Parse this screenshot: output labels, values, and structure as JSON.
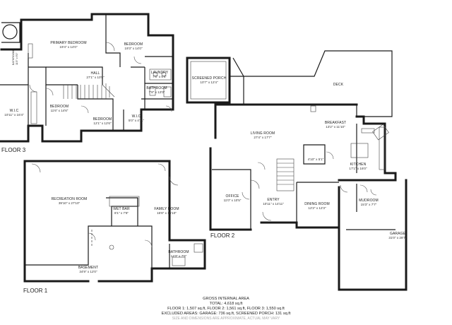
{
  "floors": [
    {
      "label": "FLOOR 3"
    },
    {
      "label": "FLOOR 2"
    },
    {
      "label": "FLOOR 1"
    }
  ],
  "rooms": [
    {
      "id": "primary-bedroom",
      "name": "PRIMARY BEDROOM",
      "dims": "19'4\" x 14'0\""
    },
    {
      "id": "bedroom-3a",
      "name": "BEDROOM",
      "dims": "19'3\" x 14'0\""
    },
    {
      "id": "hall",
      "name": "HALL",
      "dims": "27'1\" x 10'5\""
    },
    {
      "id": "laundry",
      "name": "LAUNDRY",
      "dims": "7'6\" x 6'5\""
    },
    {
      "id": "bathroom-3",
      "name": "BATHROOM",
      "dims": "7'8\" x 12'0\""
    },
    {
      "id": "bedroom-3b",
      "name": "BEDROOM",
      "dims": "11'6\" x 14'6\""
    },
    {
      "id": "bedroom-3c",
      "name": "BEDROOM",
      "dims": "12'1\" x 12'6\""
    },
    {
      "id": "wic-left",
      "name": "W.I.C",
      "dims": "10'11\" x 16'4\""
    },
    {
      "id": "wic-small",
      "name": "W.I.C",
      "dims": "5'0\" x 4'11\""
    },
    {
      "id": "screened-porch",
      "name": "SCREENED PORCH",
      "dims": "10'7\" x 12'4\""
    },
    {
      "id": "deck",
      "name": "DECK",
      "dims": ""
    },
    {
      "id": "breakfast",
      "name": "BREAKFAST",
      "dims": "13'2\" x 11'10\""
    },
    {
      "id": "living-room",
      "name": "LIVING ROOM",
      "dims": "27'4\" x 17'7\""
    },
    {
      "id": "kitchen",
      "name": "KITCHEN",
      "dims": "17'1\" x 16'0\""
    },
    {
      "id": "office",
      "name": "OFFICE",
      "dims": "11'0\" x 10'5\""
    },
    {
      "id": "entry",
      "name": "ENTRY",
      "dims": "10'11\" x 14'11\""
    },
    {
      "id": "dining-room",
      "name": "DINING ROOM",
      "dims": "12'2\" x 12'3\""
    },
    {
      "id": "mudroom",
      "name": "MUDROOM",
      "dims": "15'3\" x 7'7\""
    },
    {
      "id": "garage",
      "name": "GARAGE",
      "dims": "31'0\" x 28'7\""
    },
    {
      "id": "recreation-room",
      "name": "RECREATION ROOM",
      "dims": "39'10\" x 27'10\""
    },
    {
      "id": "wet-bar",
      "name": "WET BAR",
      "dims": "8'1\" x 7'8\""
    },
    {
      "id": "family-room",
      "name": "FAMILY ROOM",
      "dims": "15'6\" x 15'10\""
    },
    {
      "id": "bathroom-1",
      "name": "BATHROOM",
      "dims": "14'3\" x 7'6\""
    },
    {
      "id": "basement",
      "name": "BASEMENT",
      "dims": "34'9\" x 12'0\""
    }
  ],
  "small_labels": {
    "f3_vertical": [
      "BATHROOM",
      "11'0\" x 9'3\""
    ],
    "f2_bath": [
      "4'10\" x 5'1\""
    ]
  },
  "footer": {
    "title": "GROSS INTERNAL AREA",
    "total": "TOTAL: 4,618 sq.ft",
    "floors": "FLOOR 1: 1,507 sq.ft, FLOOR 2: 1,561 sq.ft, FLOOR 3: 1,550 sq.ft",
    "excluded": "EXCLUDED AREAS: GARAGE: 736 sq.ft, SCREENED PORCH: 131 sq.ft",
    "disclaimer": "SIZE AND DIMENSIONS ARE APPROXIMATE, ACTUAL MAY VARY"
  }
}
